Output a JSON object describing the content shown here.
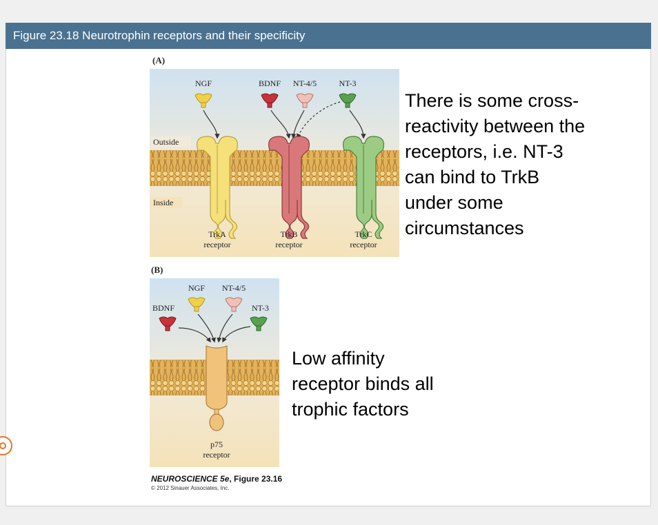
{
  "header": {
    "title": "Figure 23.18 Neurotrophin receptors and their specificity"
  },
  "panel_a": {
    "label": "(A)",
    "ligands": {
      "ngf": "NGF",
      "bdnf": "BDNF",
      "nt45": "NT-4/5",
      "nt3": "NT-3"
    },
    "outside": "Outside",
    "inside": "Inside",
    "receptors": [
      {
        "line1": "TrkA",
        "line2": "receptor"
      },
      {
        "line1": "TrkB",
        "line2": "receptor"
      },
      {
        "line1": "TrkC",
        "line2": "receptor"
      }
    ]
  },
  "panel_b": {
    "label": "(B)",
    "ligands": {
      "ngf": "NGF",
      "nt45": "NT-4/5",
      "bdnf": "BDNF",
      "nt3": "NT-3"
    },
    "receptor_line1": "p75",
    "receptor_line2": "receptor"
  },
  "note_a": [
    "There is some cross-",
    "reactivity between the",
    "receptors, i.e. NT-3",
    "can bind to TrkB",
    "under some",
    "circumstances"
  ],
  "note_b": [
    "Low affinity",
    "receptor binds all",
    "trophic factors"
  ],
  "credit": {
    "book": "NEUROSCIENCE 5e",
    "figure": ", Figure 23.16",
    "copyright": "© 2012 Sinauer Associates, Inc."
  },
  "colors": {
    "title_bar": "#4a7190",
    "trka": "#f5e07a",
    "trkb": "#d9787a",
    "trkc": "#9ccc84",
    "p75": "#f0c27a",
    "ngf": "#f0d048",
    "bdnf": "#c8323c",
    "nt45": "#f2c0b8",
    "nt3": "#5aa050"
  }
}
